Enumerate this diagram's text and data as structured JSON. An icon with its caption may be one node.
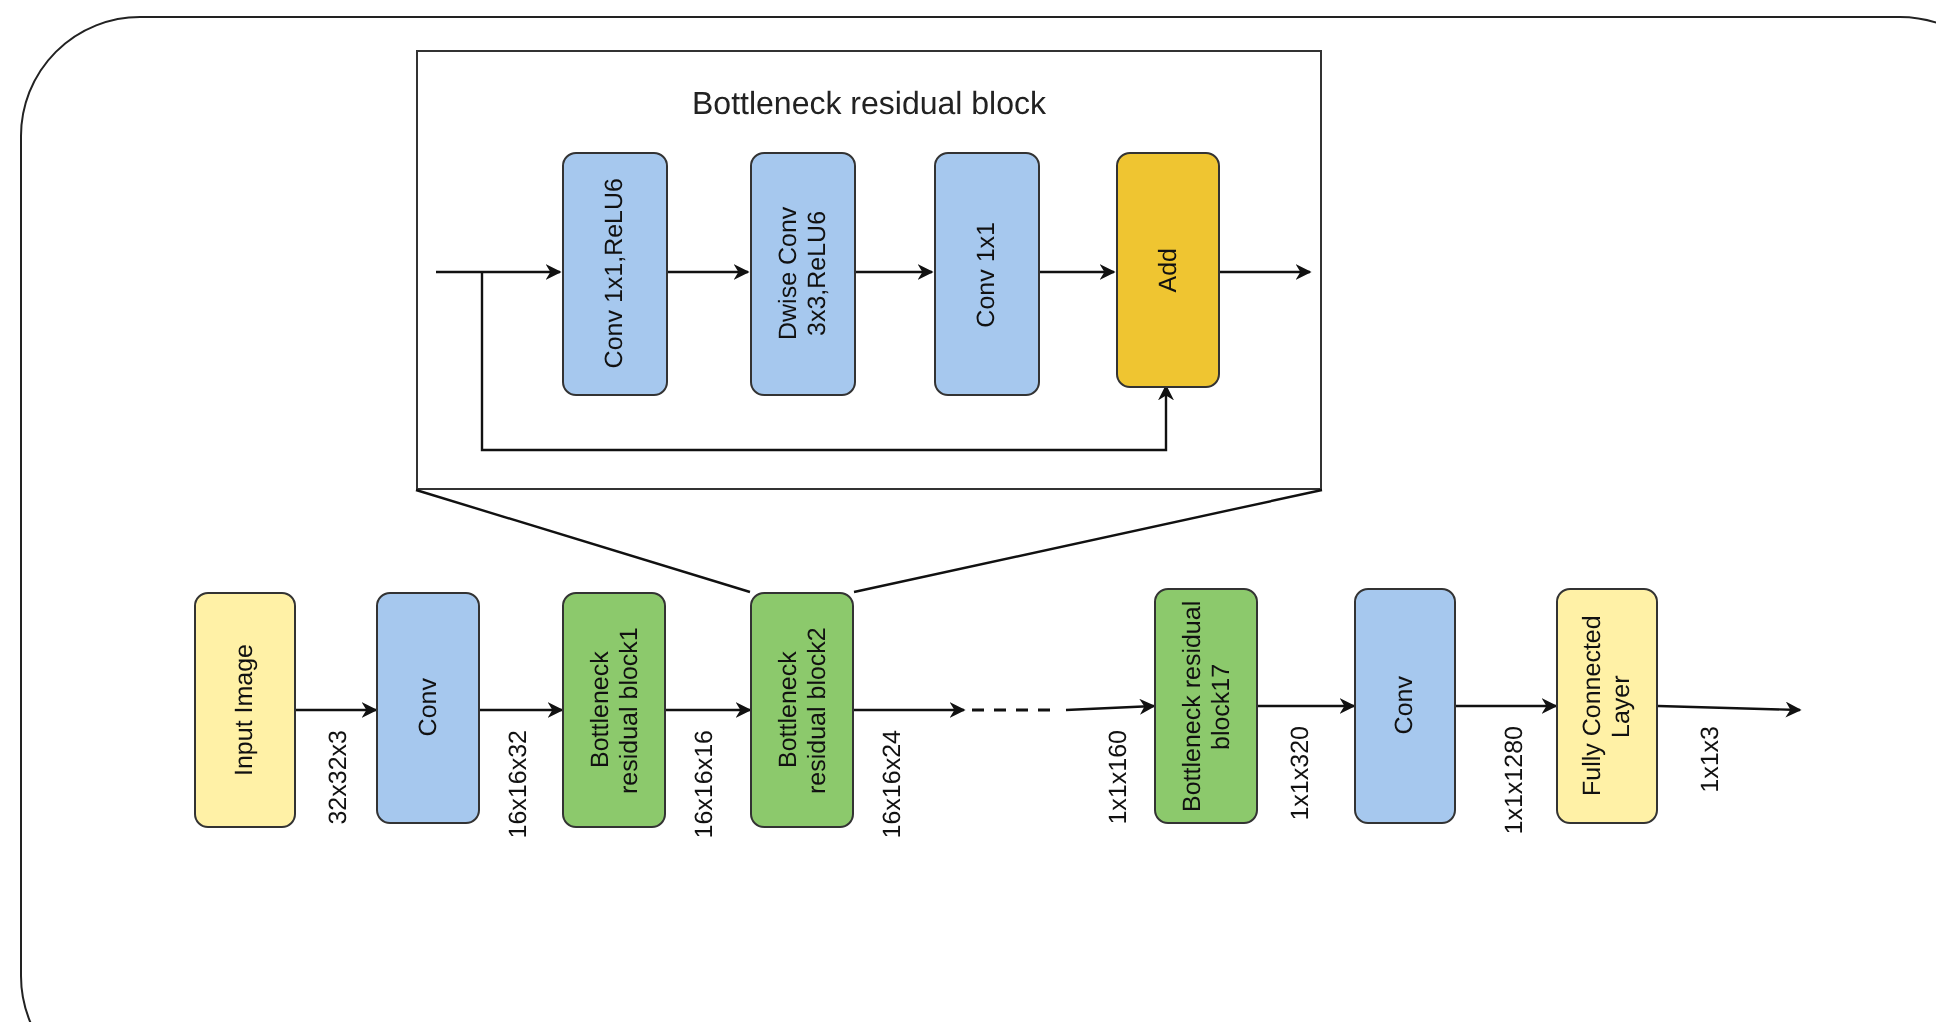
{
  "diagram": {
    "nodes": [
      {
        "text": [
          "Bottleneck residual block"
        ]
      },
      {
        "text": [
          "Conv 1x1,ReLU6"
        ],
        "in": 0
      },
      {
        "text": [
          "Dwise Conv 3x3,ReLU6"
        ],
        "in": 0
      },
      {
        "text": [
          "Conv 1x1"
        ],
        "in": 0
      },
      {
        "text": [
          "Add"
        ],
        "in": 0
      },
      {
        "text": [
          "Input Image"
        ]
      },
      {
        "text": [
          "Conv"
        ]
      },
      {
        "text": [
          "Bottleneck residual block1"
        ]
      },
      {
        "text": [
          "Bottleneck residual block2"
        ]
      },
      {
        "text": [
          "Bottleneck residual block17"
        ]
      },
      {
        "text": [
          "Conv"
        ]
      },
      {
        "text": [
          "Fully Connected Layer"
        ]
      }
    ],
    "edges": [
      {
        "from": null,
        "to": 1,
        "arrow": "to"
      },
      {
        "from": 1,
        "to": 2,
        "arrow": "to"
      },
      {
        "from": 2,
        "to": 3,
        "arrow": "to"
      },
      {
        "from": 3,
        "to": 4,
        "arrow": "to"
      },
      {
        "from": 4,
        "to": null,
        "arrow": "to"
      },
      {
        "from": null,
        "to": 4,
        "arrow": "to"
      },
      {
        "from": 5,
        "to": 6,
        "arrow": "to",
        "label": "32x32x3"
      },
      {
        "from": 6,
        "to": 7,
        "arrow": "to",
        "label": "16x16x32"
      },
      {
        "from": 7,
        "to": 8,
        "arrow": "to",
        "label": "16x16x16"
      },
      {
        "from": 8,
        "to": null,
        "arrow": "to",
        "label": "16x16x24"
      },
      {
        "from": null,
        "to": 9,
        "arrow": "to",
        "label": "1x1x160"
      },
      {
        "from": 9,
        "to": 10,
        "arrow": "to",
        "label": "1x1x320"
      },
      {
        "from": 10,
        "to": 11,
        "arrow": "to",
        "label": "1x1x1280"
      },
      {
        "from": 11,
        "to": null,
        "arrow": "to",
        "label": "1x1x3"
      },
      {
        "from": 0,
        "to": 8,
        "arrow": "none"
      },
      {
        "from": 0,
        "to": 8,
        "arrow": "none"
      }
    ]
  }
}
